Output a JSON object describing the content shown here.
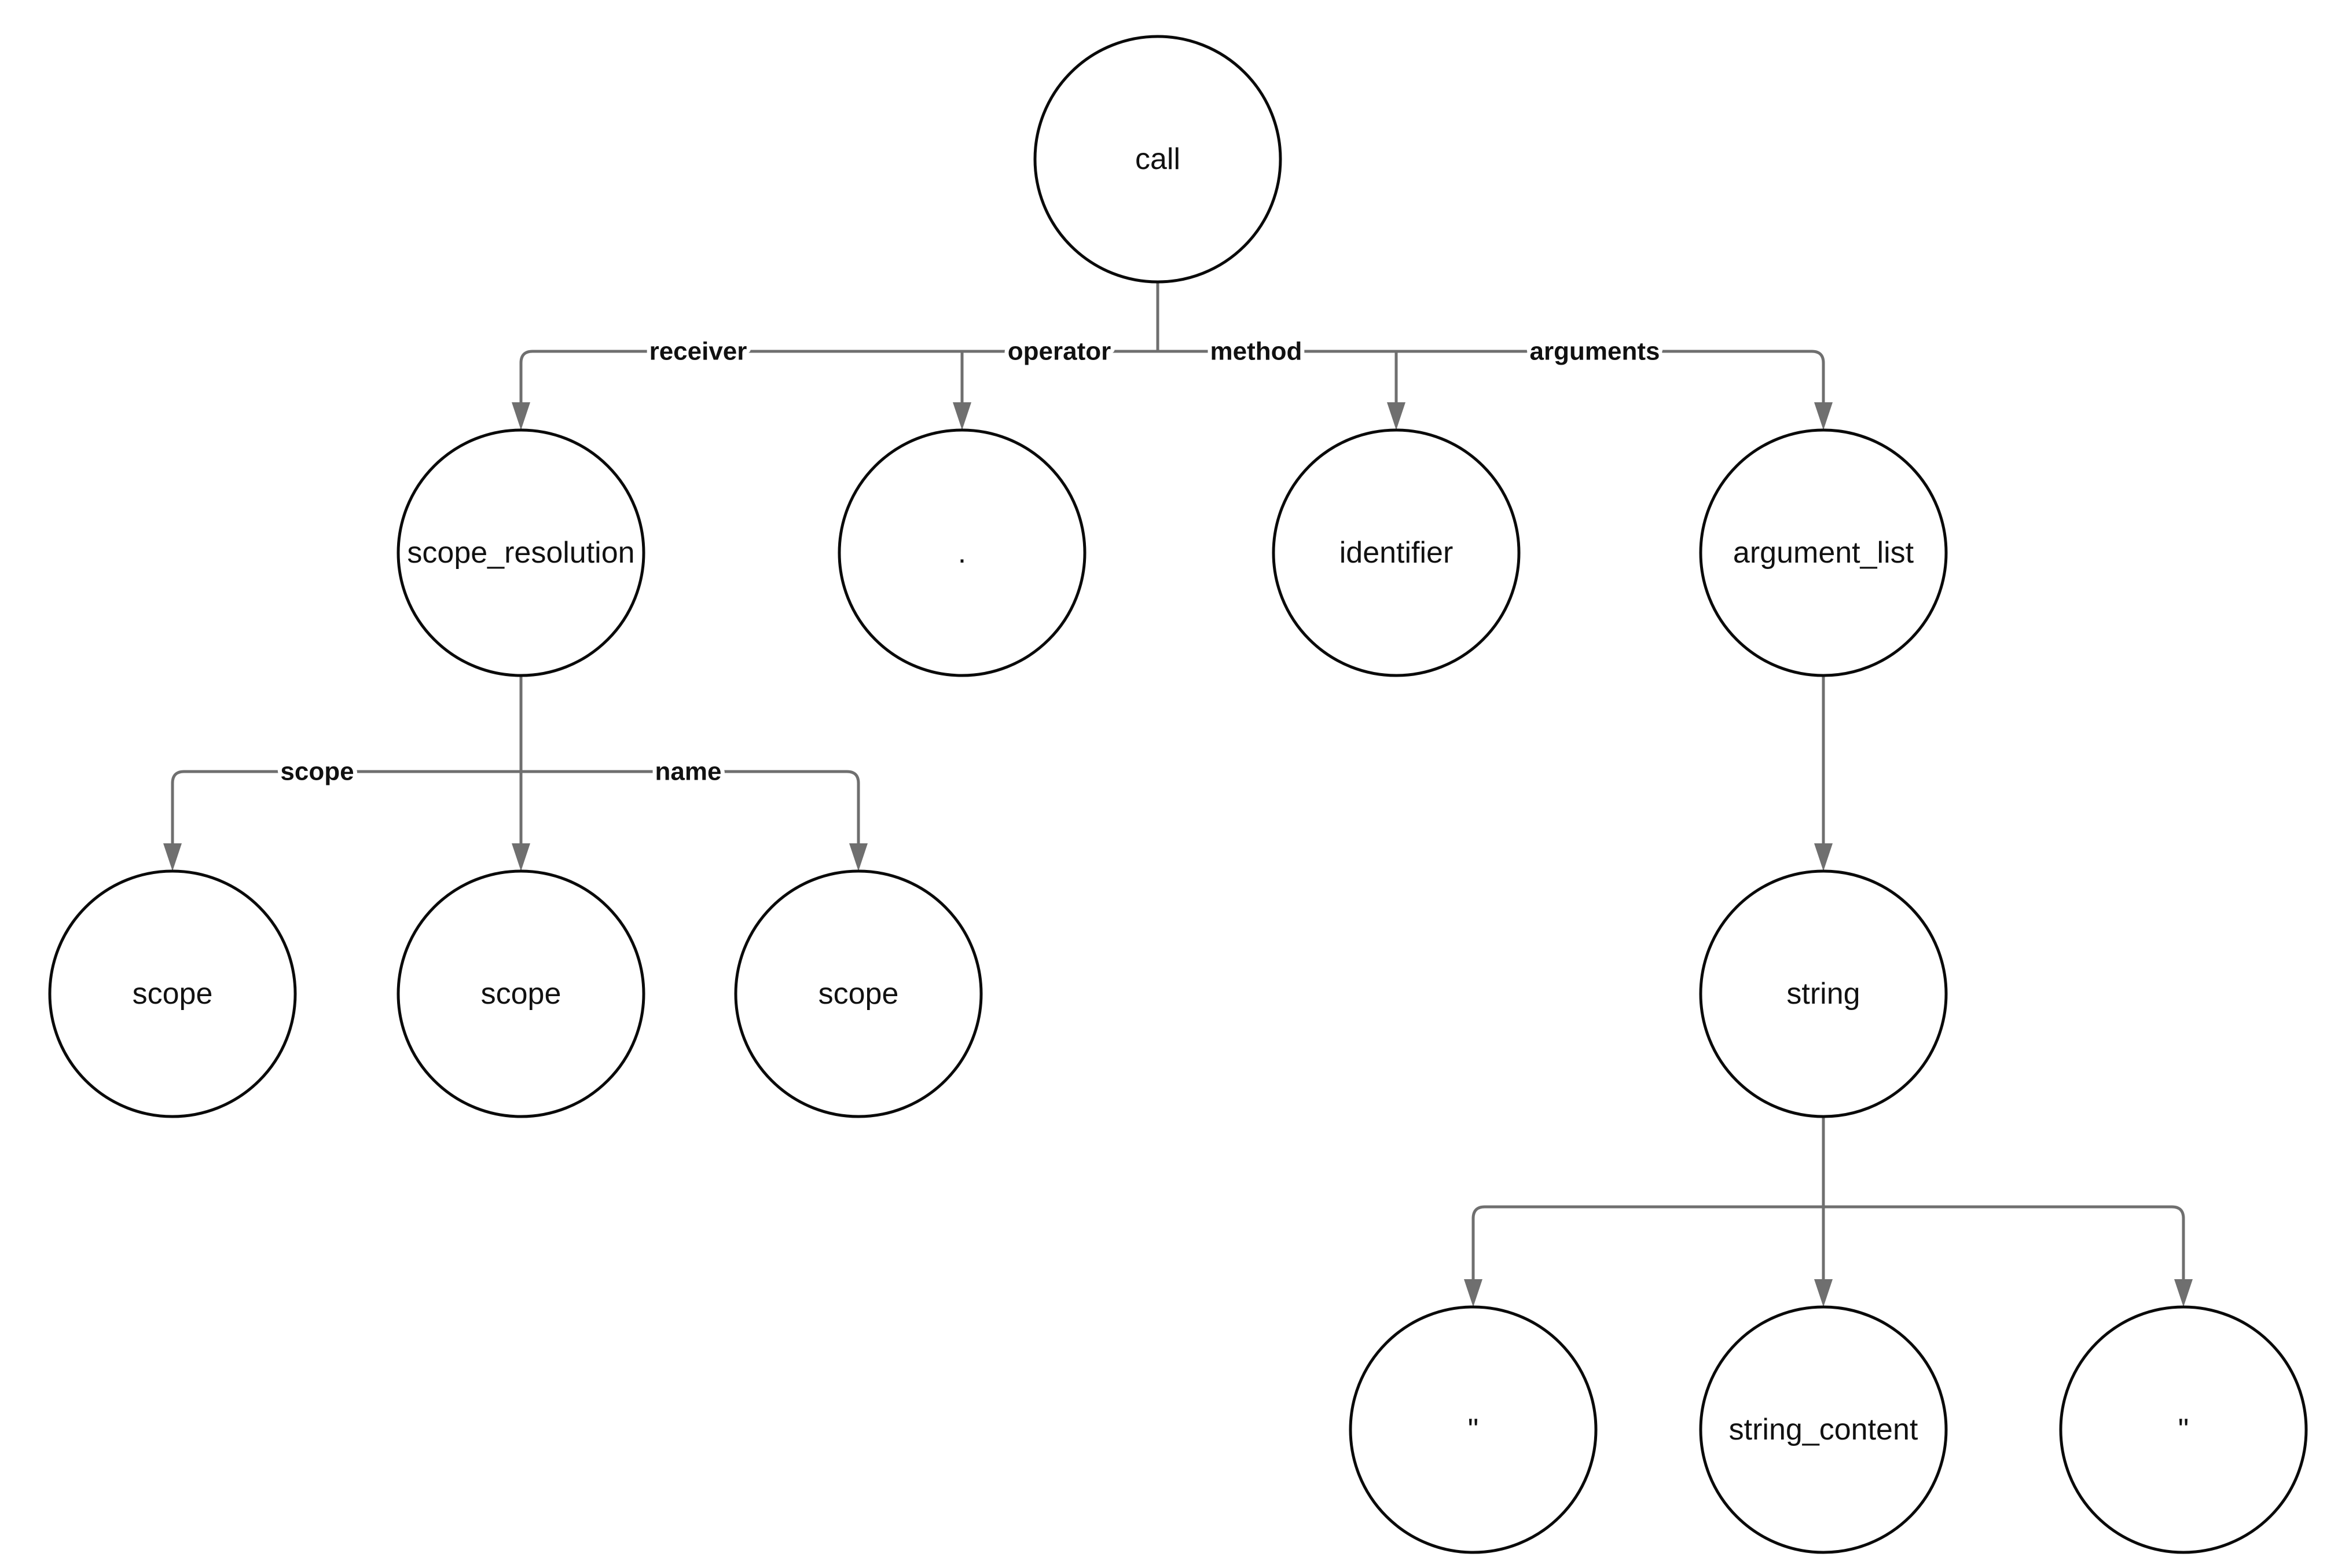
{
  "diagram": {
    "type": "syntax-tree",
    "background": "#ffffff",
    "colors": {
      "edge": "#6f6f6f",
      "node_stroke": "#0a0a0a",
      "node_fill": "#ffffff",
      "node_text": "#111111",
      "edge_label_text": "#111111"
    },
    "nodes": {
      "call": {
        "label": "call"
      },
      "scope_resolution": {
        "label": "scope_resolution"
      },
      "operator_dot": {
        "label": "."
      },
      "identifier": {
        "label": "identifier"
      },
      "argument_list": {
        "label": "argument_list"
      },
      "scope_left": {
        "label": "scope"
      },
      "scope_middle": {
        "label": "scope"
      },
      "scope_right": {
        "label": "scope"
      },
      "string": {
        "label": "string"
      },
      "open_quote": {
        "label": "\""
      },
      "string_content": {
        "label": "string_content"
      },
      "close_quote": {
        "label": "\""
      }
    },
    "edge_labels": {
      "receiver": "receiver",
      "operator": "operator",
      "method": "method",
      "arguments": "arguments",
      "scope": "scope",
      "name": "name"
    }
  }
}
